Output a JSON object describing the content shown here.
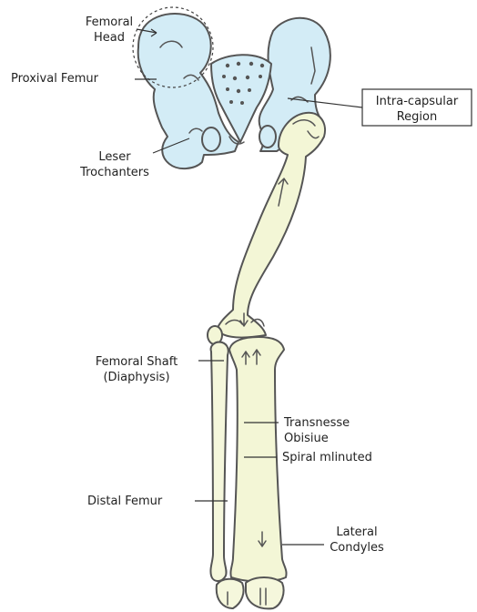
{
  "labels": {
    "femoral_head": [
      "Femoral",
      "Head"
    ],
    "proximal_femur": "Proxival Femur",
    "intra_capsular": [
      "Intra-capsular",
      "Region"
    ],
    "lesser_trochanters": [
      "Leser",
      "Trochanters"
    ],
    "femoral_shaft": [
      "Femoral Shaft",
      "(Diaphysis)"
    ],
    "transverse": [
      "Transnesse",
      "Obisiue"
    ],
    "spiral": "Spiral mlinuted",
    "distal_femur": "Distal Femur",
    "lateral_condyles": [
      "Lateral",
      "Condyles"
    ]
  },
  "colors": {
    "pelvis_fill": "#d3ecf6",
    "femur_fill": "#f3f6d6",
    "outline": "#555555"
  }
}
